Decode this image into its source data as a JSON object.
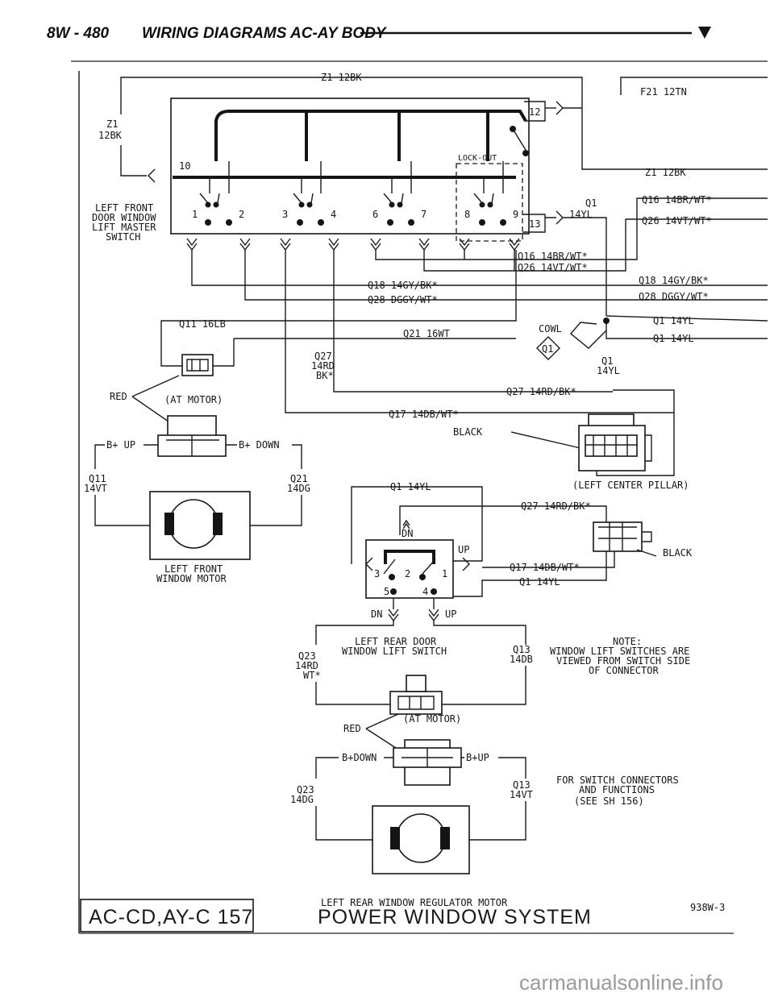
{
  "header": {
    "page_ref": "8W - 480",
    "title": "WIRING DIAGRAMS AC-AY BODY"
  },
  "labels": {
    "z1_12bk_top": "Z1 12BK",
    "f21_12tn": "F21 12TN",
    "z1_a": "Z1",
    "z1_b": "12BK",
    "pin_12": "12",
    "lock_out": "LOCK-OUT",
    "pin_10": "10",
    "z1_12bk_right": "Z1 12BK",
    "lfm_1": "LEFT FRONT",
    "lfm_2": "DOOR WINDOW",
    "lfm_3": "LIFT MASTER",
    "lfm_4": "SWITCH",
    "p1": "1",
    "p2": "2",
    "p3": "3",
    "p4": "4",
    "p6": "6",
    "p7": "7",
    "p8": "8",
    "p9": "9",
    "p13": "13",
    "q1_a": "Q1",
    "q1_b": "14YL",
    "q16_r": "Q16 14BR/WT*",
    "q26_r": "Q26 14VT/WT*",
    "q16_c": "Q16 14BR/WT*",
    "q26_c": "Q26 14VT/WT*",
    "q18_c": "Q18 14GY/BK*",
    "q18_r": "Q18 14GY/BK*",
    "q28_c": "Q28 DGGY/WT*",
    "q28_r": "Q28 DGGY/WT*",
    "q11_16lb": "Q11 16LB",
    "q1_14yl_r1": "Q1 14YL",
    "cowl": "COWL",
    "q21_16wt": "Q21 16WT",
    "q1_14yl_r2": "Q1 14YL",
    "q1_in_diamond": "Q1",
    "q27_a": "Q27",
    "q27_b": "14RD",
    "q27_c": "BK*",
    "q1_below_a": "Q1",
    "q1_below_b": "14YL",
    "q27_14rdbk": "Q27 14RD/BK*",
    "red_1": "RED",
    "at_motor_1": "(AT MOTOR)",
    "q17_14dbwt": "Q17 14DB/WT*",
    "black_1": "BLACK",
    "bup_1": "B+ UP",
    "bdown_1": "B+ DOWN",
    "q11_a": "Q11",
    "q11_b": "14VT",
    "q21_a": "Q21",
    "q21_b": "14DG",
    "q1_14yl_mid": "Q1 14YL",
    "lcp": "(LEFT CENTER PILLAR)",
    "q27_14rdbk_2": "Q27 14RD/BK*",
    "dn_1": "DN",
    "up_1": "UP",
    "black_2": "BLACK",
    "lfw_1": "LEFT FRONT",
    "lfw_2": "WINDOW MOTOR",
    "q17_2": "Q17 14DB/WT*",
    "q1_14yl_2": "Q1 14YL",
    "rp3": "3",
    "rp2": "2",
    "rp1": "1",
    "rp5": "5",
    "rp4": "4",
    "dn_2": "DN",
    "up_2": "UP",
    "lrs_1": "LEFT REAR DOOR",
    "lrs_2": "WINDOW LIFT SWITCH",
    "q23_a": "Q23",
    "q23_b": "14RD",
    "q23_c": "WT*",
    "q13_a": "Q13",
    "q13_b": "14DB",
    "note_1": "NOTE:",
    "note_2": "WINDOW LIFT SWITCHES ARE",
    "note_3": "VIEWED FROM SWITCH SIDE",
    "note_4": "OF CONNECTOR",
    "red_2": "RED",
    "at_motor_2": "(AT MOTOR)",
    "bdown_2": "B+DOWN",
    "bup_2": "B+UP",
    "q23_2a": "Q23",
    "q23_2b": "14DG",
    "q13_2a": "Q13",
    "q13_2b": "14VT",
    "fsc_1": "FOR SWITCH CONNECTORS",
    "fsc_2": "AND FUNCTIONS",
    "fsc_3": "(SEE SH 156)",
    "lrm": "LEFT REAR WINDOW REGULATOR MOTOR"
  },
  "footer": {
    "code": "AC-CD,AY-C 157",
    "title": "POWER WINDOW SYSTEM",
    "drawing_no": "938W-3"
  },
  "watermark": "carmanualsonline.info"
}
